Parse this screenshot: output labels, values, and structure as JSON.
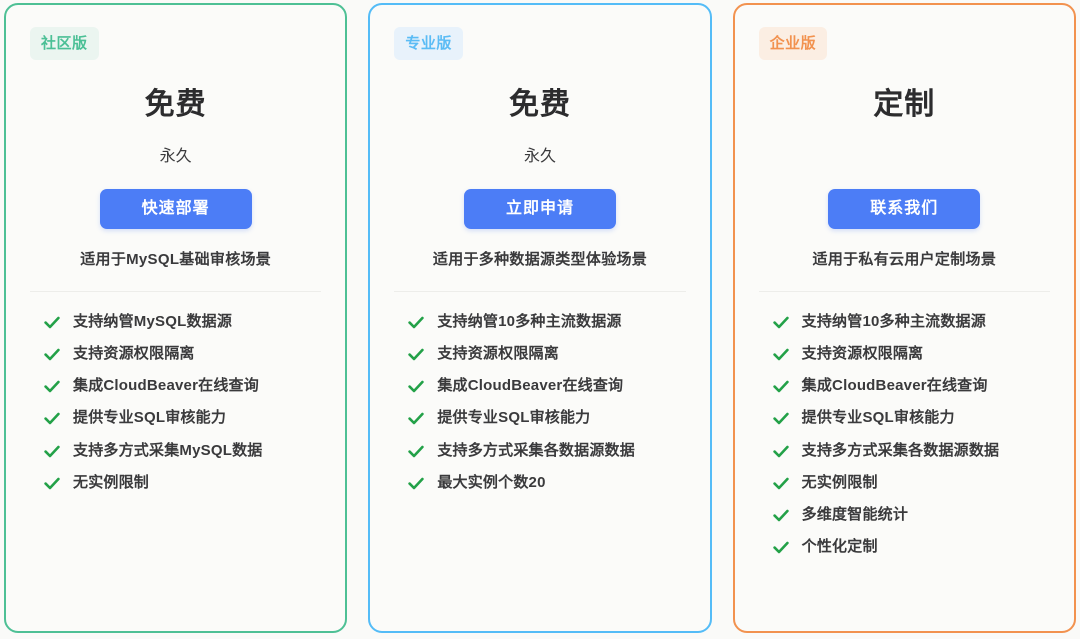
{
  "page": {
    "background_color": "#FAFAF8",
    "card_background_color": "#FBFBF9",
    "cta_color": "#4C7DF6",
    "check_color": "#23A148"
  },
  "plans": [
    {
      "badge": "社区版",
      "badge_color": "#4CC096",
      "border_color": "#4EC095",
      "price": "免费",
      "period": "永久",
      "cta_label": "快速部署",
      "scenario": "适用于MySQL基础审核场景",
      "features": [
        "支持纳管MySQL数据源",
        "支持资源权限隔离",
        "集成CloudBeaver在线查询",
        "提供专业SQL审核能力",
        "支持多方式采集MySQL数据",
        "无实例限制"
      ]
    },
    {
      "badge": "专业版",
      "badge_color": "#5BBCF5",
      "border_color": "#54BCF7",
      "price": "免费",
      "period": "永久",
      "cta_label": "立即申请",
      "scenario": "适用于多种数据源类型体验场景",
      "features": [
        "支持纳管10多种主流数据源",
        "支持资源权限隔离",
        "集成CloudBeaver在线查询",
        "提供专业SQL审核能力",
        "支持多方式采集各数据源数据",
        "最大实例个数20"
      ]
    },
    {
      "badge": "企业版",
      "badge_color": "#F2924F",
      "border_color": "#F2924F",
      "price": "定制",
      "period": "",
      "cta_label": "联系我们",
      "scenario": "适用于私有云用户定制场景",
      "features": [
        "支持纳管10多种主流数据源",
        "支持资源权限隔离",
        "集成CloudBeaver在线查询",
        "提供专业SQL审核能力",
        "支持多方式采集各数据源数据",
        "无实例限制",
        "多维度智能统计",
        "个性化定制"
      ]
    }
  ]
}
